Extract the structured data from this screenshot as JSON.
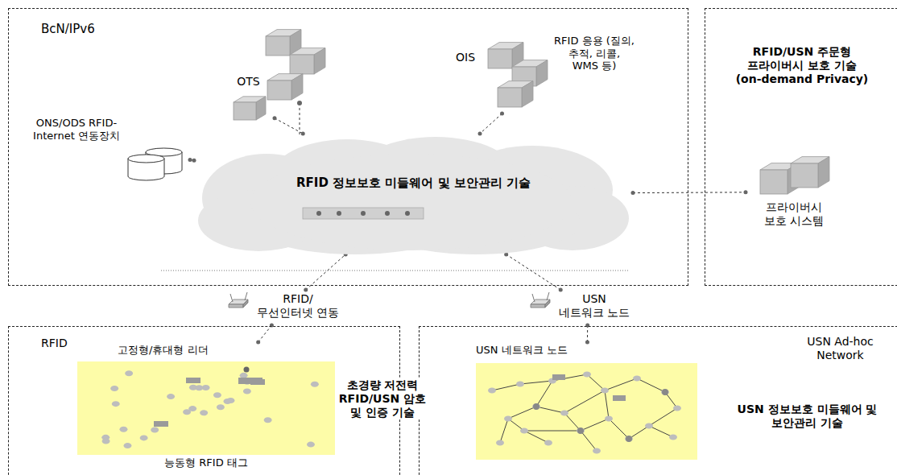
{
  "diagram": {
    "nodes": [
      {
        "text": [
          "BcN/IPv6"
        ]
      },
      {
        "text": [
          "RFID/USN 주문형 프라이버시 보호 기술 (on-demand Privacy)"
        ]
      },
      {
        "text": [
          "프라이버시 보호 시스템"
        ],
        "in": 1
      },
      {
        "text": [
          "RFID 정보보호 미들웨어 및 보안관리 기술"
        ],
        "in": 0
      },
      {
        "text": [
          "OTS"
        ],
        "in": 0
      },
      {
        "text": [
          "OIS",
          "RFID 응용 (질의, 추적, 리콜, WMS 등)"
        ],
        "in": 0
      },
      {
        "text": [
          "ONS/ODS RFID-Internet 연동장치"
        ],
        "in": 0
      },
      {
        "text": [
          "RFID/ 무선인터넷 연동"
        ]
      },
      {
        "text": [
          "USN 네트워크 노드"
        ]
      },
      {
        "text": [
          "RFID"
        ]
      },
      {
        "text": [
          "고정형/휴대형 리더",
          "능동형 RFID 태그"
        ],
        "in": 9
      },
      {
        "text": [
          "USN Ad-hoc Network"
        ]
      },
      {
        "text": [
          "USN 네트워크 노드"
        ],
        "in": 11
      }
    ],
    "edges": [
      {
        "from": 4,
        "to": 3,
        "arrow": "none"
      },
      {
        "from": 5,
        "to": 3,
        "arrow": "none"
      },
      {
        "from": 6,
        "to": 3,
        "arrow": "none"
      },
      {
        "from": 7,
        "to": 3,
        "arrow": "none"
      },
      {
        "from": 8,
        "to": 3,
        "arrow": "none"
      },
      {
        "from": 3,
        "to": 2,
        "arrow": "none"
      },
      {
        "from": 10,
        "to": 7,
        "arrow": "none"
      },
      {
        "from": 12,
        "to": 8,
        "arrow": "none"
      }
    ],
    "labels": [
      "초경량 저전력 RFID/USN 암호 및 인증 기술",
      "USN 정보보호 미들웨어 및 보안관리 기술"
    ]
  }
}
